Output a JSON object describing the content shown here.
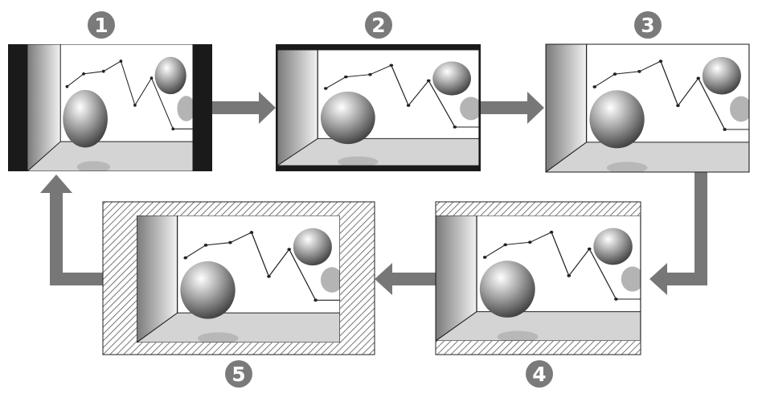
{
  "steps": [
    {
      "number": "1"
    },
    {
      "number": "2"
    },
    {
      "number": "3"
    },
    {
      "number": "4"
    },
    {
      "number": "5"
    }
  ],
  "colors": {
    "badge": "#7a7a7a",
    "arrow": "#777777",
    "frame": "#1a1a1a",
    "floor": "#d4d4d4",
    "wall": "#8a8a8a",
    "hatch": "#555555"
  }
}
